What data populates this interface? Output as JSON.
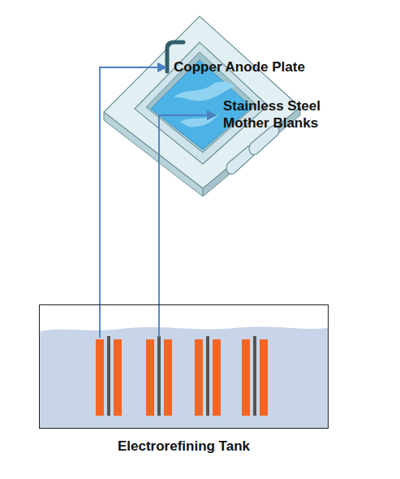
{
  "diagram": {
    "nodes": [
      {
        "text": [
          "Electrorefining Tank"
        ]
      }
    ],
    "labels": [
      "Copper Anode Plate",
      "Stainless Steel Mother Blanks"
    ]
  }
}
